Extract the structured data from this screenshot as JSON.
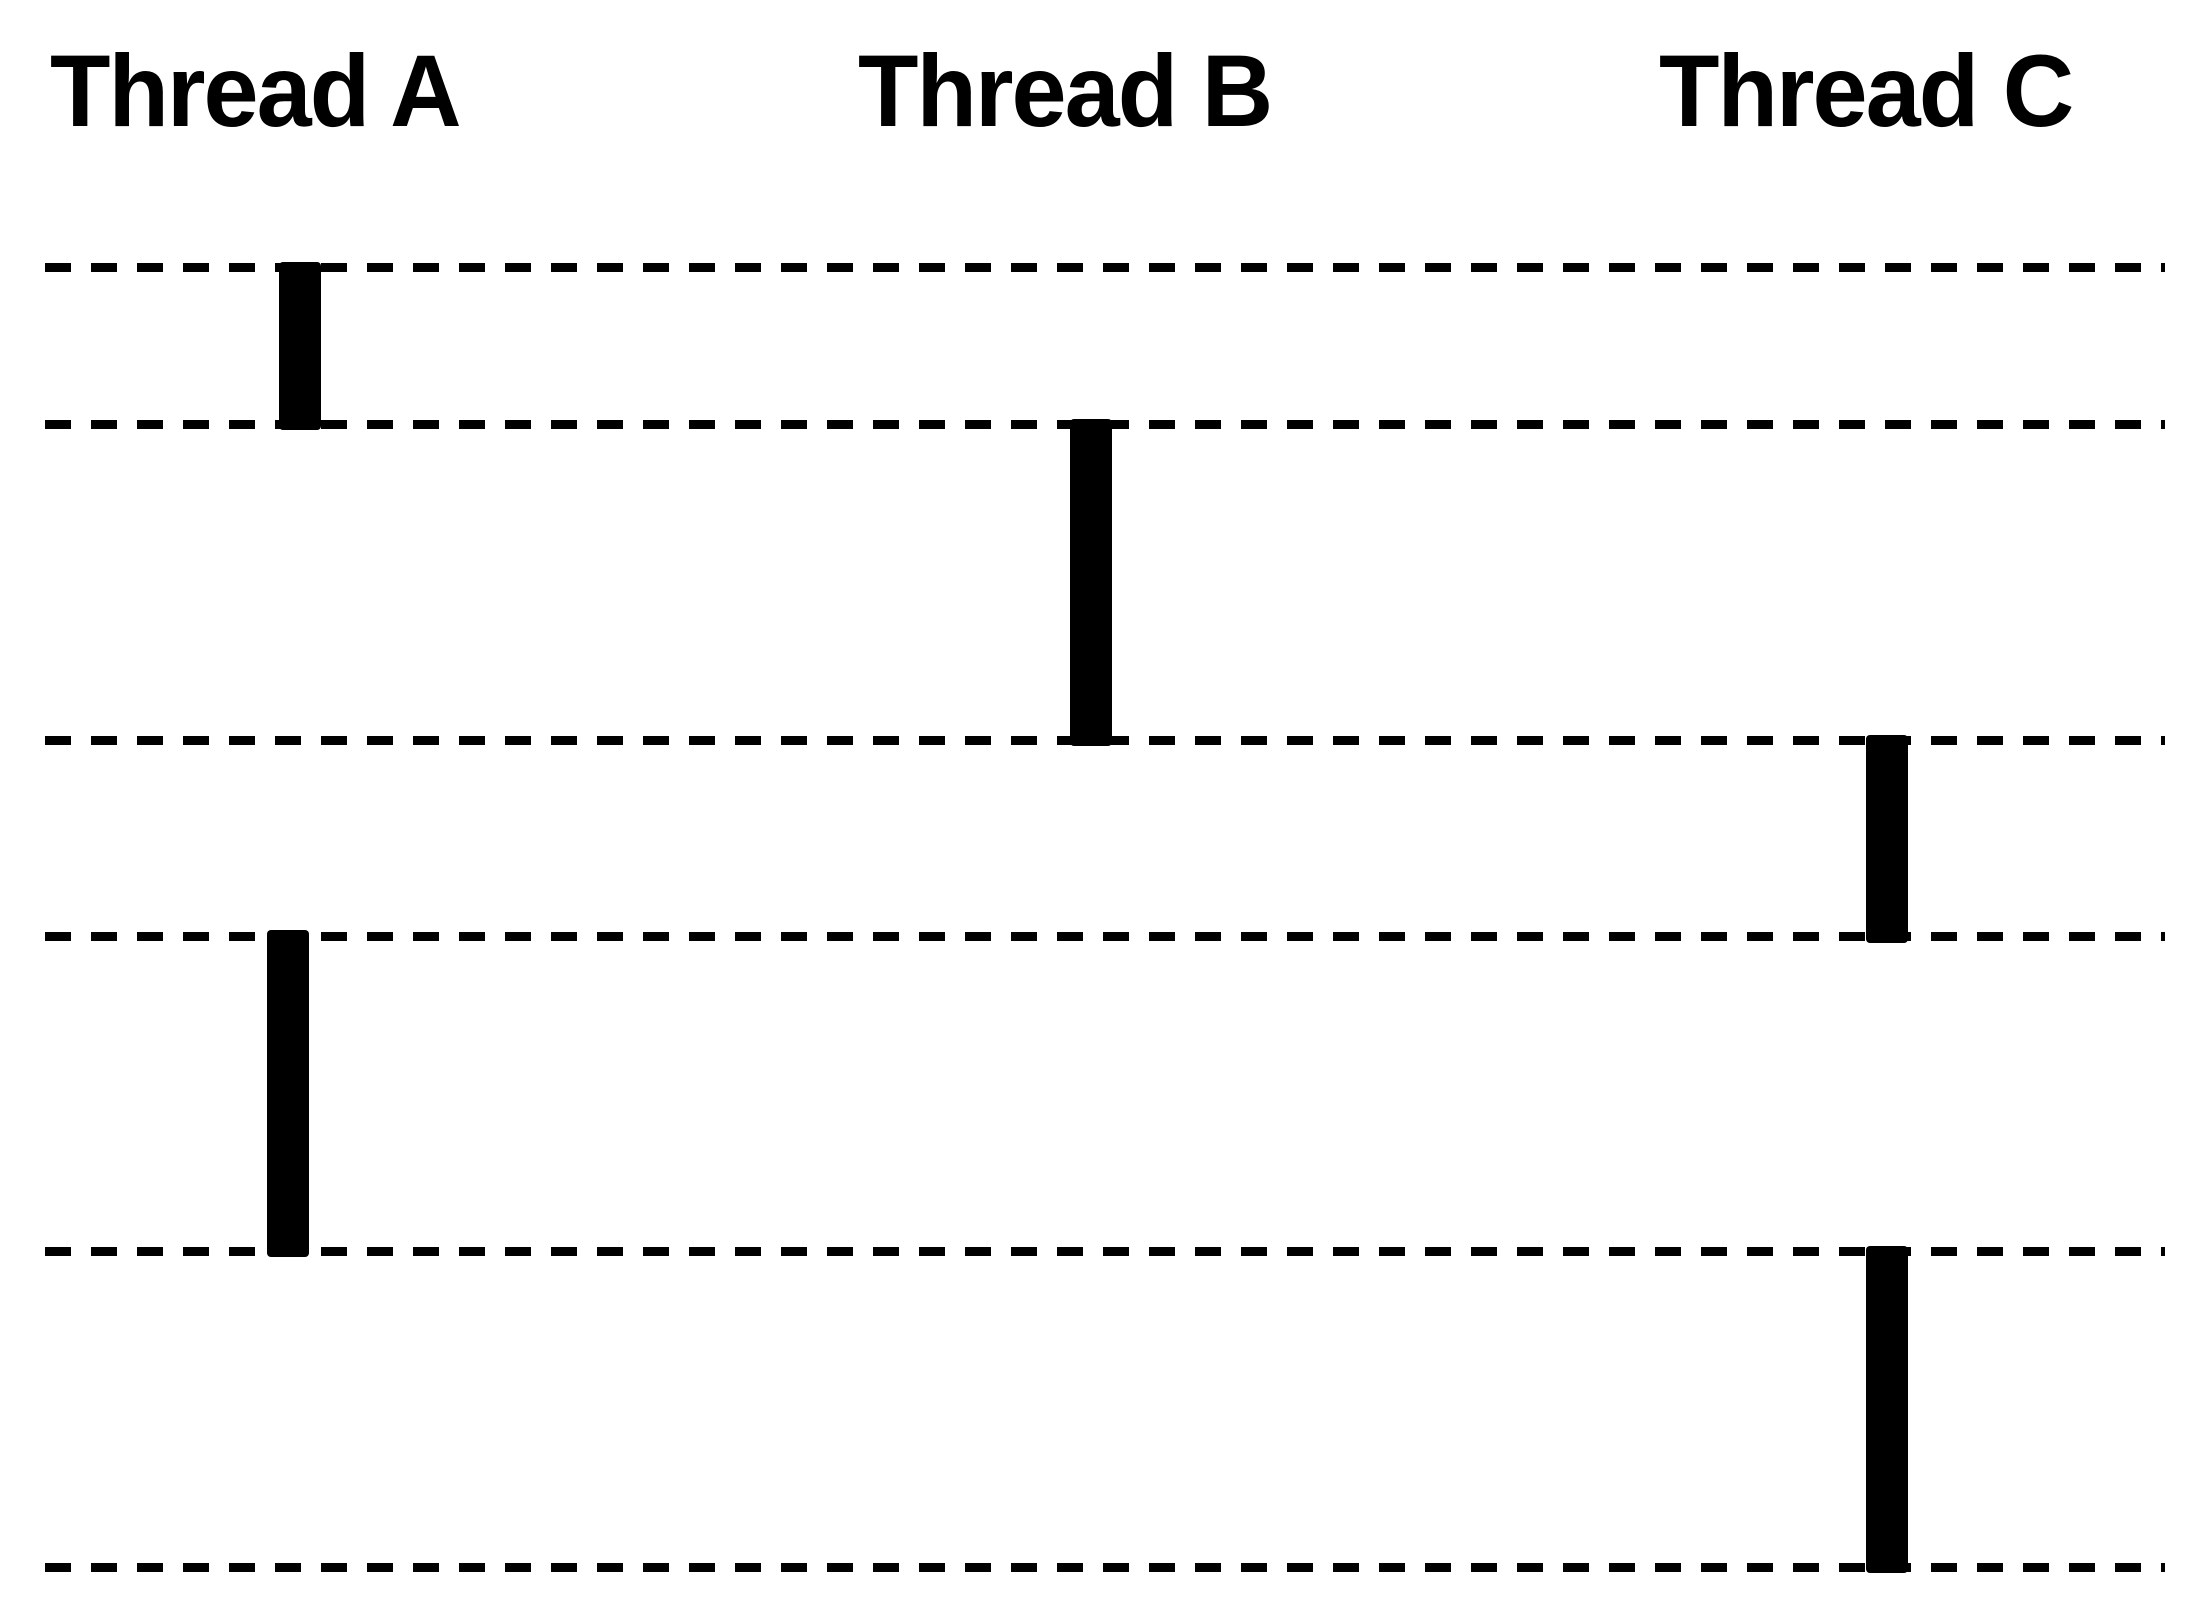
{
  "figure": {
    "type": "thread-scheduling-timeline",
    "background_color": "#ffffff",
    "ink_color": "#000000"
  },
  "threads": [
    {
      "label": "Thread A"
    },
    {
      "label": "Thread B"
    },
    {
      "label": "Thread C"
    }
  ],
  "timeline": {
    "style": "horizontal-dashed-lines",
    "context_switch_line_count": 6,
    "reading_order": "top-to-bottom"
  },
  "executions": [
    {
      "thread": "Thread A",
      "from_line": 1,
      "to_line": 2
    },
    {
      "thread": "Thread B",
      "from_line": 2,
      "to_line": 3
    },
    {
      "thread": "Thread C",
      "from_line": 3,
      "to_line": 4
    },
    {
      "thread": "Thread A",
      "from_line": 4,
      "to_line": 5
    },
    {
      "thread": "Thread C",
      "from_line": 5,
      "to_line": 6
    }
  ],
  "execution_order": [
    "Thread A",
    "Thread B",
    "Thread C",
    "Thread A",
    "Thread C"
  ]
}
